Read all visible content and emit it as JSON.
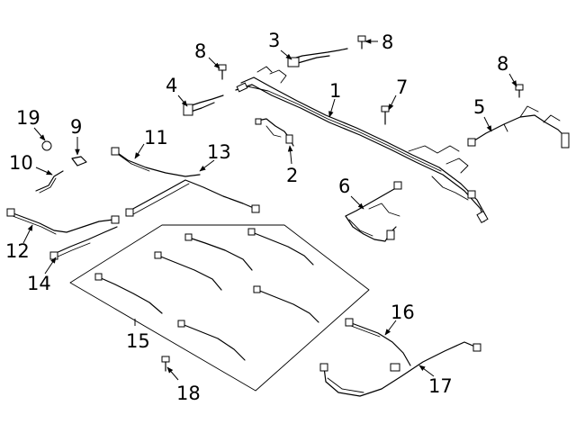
{
  "callouts": [
    {
      "id": "c1",
      "label": "1"
    },
    {
      "id": "c2",
      "label": "2"
    },
    {
      "id": "c3",
      "label": "3"
    },
    {
      "id": "c4",
      "label": "4"
    },
    {
      "id": "c5",
      "label": "5"
    },
    {
      "id": "c6",
      "label": "6"
    },
    {
      "id": "c7",
      "label": "7"
    },
    {
      "id": "c8a",
      "label": "8"
    },
    {
      "id": "c8b",
      "label": "8"
    },
    {
      "id": "c8c",
      "label": "8"
    },
    {
      "id": "c9",
      "label": "9"
    },
    {
      "id": "c10",
      "label": "10"
    },
    {
      "id": "c11",
      "label": "11"
    },
    {
      "id": "c12",
      "label": "12"
    },
    {
      "id": "c13",
      "label": "13"
    },
    {
      "id": "c14",
      "label": "14"
    },
    {
      "id": "c15",
      "label": "15"
    },
    {
      "id": "c16",
      "label": "16"
    },
    {
      "id": "c17",
      "label": "17"
    },
    {
      "id": "c18",
      "label": "18"
    },
    {
      "id": "c19",
      "label": "19"
    }
  ]
}
